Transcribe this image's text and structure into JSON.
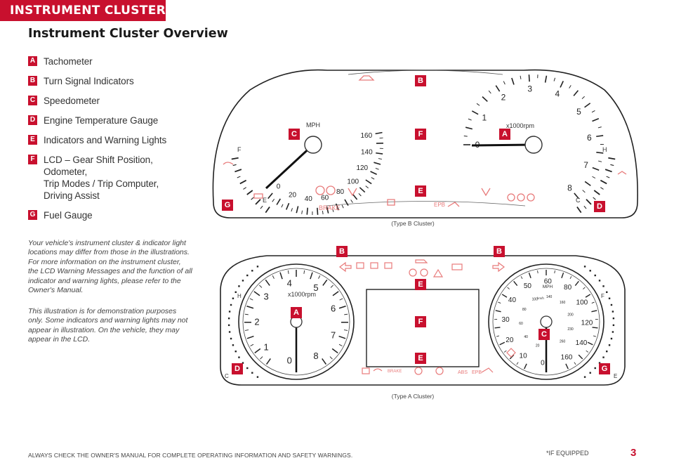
{
  "section_tab": "INSTRUMENT CLUSTER",
  "title": "Instrument Cluster Overview",
  "legend": [
    {
      "key": "A",
      "text": "Tachometer"
    },
    {
      "key": "B",
      "text": "Turn Signal Indicators"
    },
    {
      "key": "C",
      "text": "Speedometer"
    },
    {
      "key": "D",
      "text": "Engine Temperature Gauge"
    },
    {
      "key": "E",
      "text": "Indicators and Warning Lights"
    },
    {
      "key": "F",
      "text": "LCD – Gear Shift Position, Odometer,\nTrip Modes / Trip Computer,\nDriving Assist"
    },
    {
      "key": "G",
      "text": "Fuel Gauge"
    }
  ],
  "notes": {
    "note1": "Your vehicle's instrument cluster & indicator light locations may differ from those in the illustrations. For more information on the instrument cluster, the LCD Warning Messages and the function of all indicator and warning lights, please refer to the Owner's Manual.",
    "note2": "This illustration is for demonstration purposes only. Some indicators and warning lights may not appear in illustration. On the vehicle, they may appear in the LCD."
  },
  "cluster_b": {
    "caption": "(Type B Cluster)",
    "speed_unit": "MPH",
    "speed_ticks": [
      "0",
      "20",
      "40",
      "60",
      "80",
      "100",
      "120",
      "140",
      "160"
    ],
    "tach_unit": "x1000rpm",
    "tach_ticks": [
      "0",
      "1",
      "2",
      "3",
      "4",
      "5",
      "6",
      "7",
      "8"
    ],
    "fuel_full": "F",
    "fuel_empty": "E",
    "temp_hot": "H",
    "temp_cold": "C",
    "brake_label": "BRAKE",
    "epb_label": "EPB"
  },
  "cluster_a": {
    "caption": "(Type A Cluster)",
    "tach_unit": "x1000rpm",
    "tach_ticks": [
      "0",
      "1",
      "2",
      "3",
      "4",
      "5",
      "6",
      "7",
      "8"
    ],
    "speed_unit": "MPH",
    "speed_ticks": [
      "0",
      "10",
      "20",
      "30",
      "40",
      "50",
      "60",
      "80",
      "100",
      "120",
      "140",
      "160"
    ],
    "kmh_unit": "km/h",
    "kmh_ticks": [
      "20",
      "40",
      "60",
      "80",
      "100",
      "140",
      "160",
      "200",
      "230",
      "260"
    ],
    "temp_hot": "H",
    "temp_cold": "C",
    "fuel_full": "F",
    "fuel_empty": "E",
    "brake_label": "BRAKE",
    "abs_label": "ABS",
    "epb_label": "EPB"
  },
  "callouts_b": [
    "B",
    "C",
    "F",
    "A",
    "E",
    "G",
    "D"
  ],
  "callouts_a": [
    "B",
    "B",
    "E",
    "A",
    "F",
    "C",
    "E",
    "D",
    "G"
  ],
  "footer": {
    "warning": "ALWAYS CHECK THE OWNER'S MANUAL FOR COMPLETE OPERATING INFORMATION AND SAFETY WARNINGS.",
    "if_equipped": "*IF EQUIPPED",
    "page_number": "3"
  },
  "colors": {
    "accent": "#c8102e",
    "indicator_red": "#e87a7a",
    "needle": "#111111"
  }
}
